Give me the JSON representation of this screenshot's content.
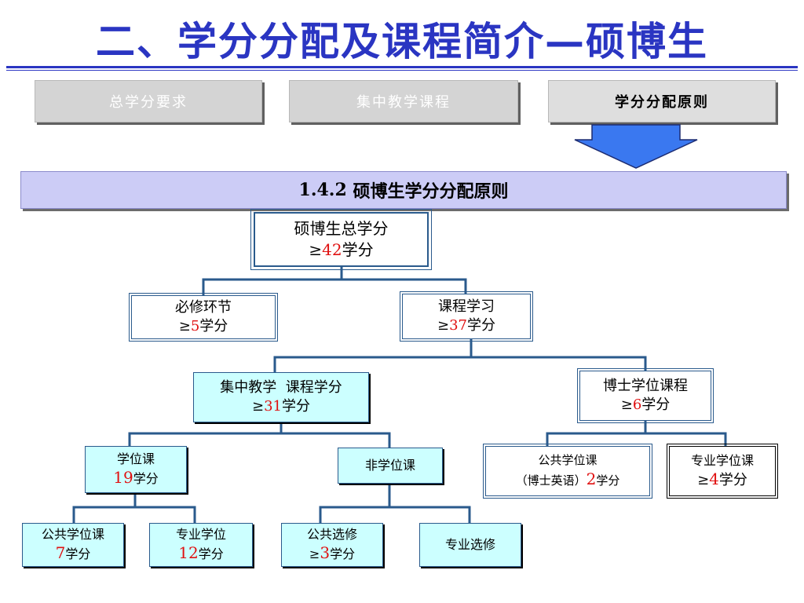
{
  "title": "二、学分分配及课程简介—硕博生",
  "tabs": [
    {
      "label": "总学分要求",
      "active": false
    },
    {
      "label": "集中教学课程",
      "active": false
    },
    {
      "label": "学分分配原则",
      "active": true
    }
  ],
  "section": {
    "number": "1.4.2",
    "title": "硕博生学分分配原则"
  },
  "nodes": {
    "root": {
      "label": "硕博生总学分",
      "prefix": "≥",
      "value": "42",
      "unit": "学分"
    },
    "required": {
      "label": "必修环节",
      "prefix": "≥",
      "value": "5",
      "unit": "学分"
    },
    "course_study": {
      "label": "课程学习",
      "prefix": "≥",
      "value": "37",
      "unit": "学分"
    },
    "concentrated": {
      "label": "集中教学  课程学分",
      "prefix": "≥",
      "value": "31",
      "unit": "学分"
    },
    "doctoral_courses": {
      "label": "博士学位课程",
      "prefix": "≥",
      "value": "6",
      "unit": "学分"
    },
    "degree_courses": {
      "label": "学位课",
      "value": "19",
      "unit": "学分"
    },
    "non_degree_courses": {
      "label": "非学位课"
    },
    "public_degree_doctoral": {
      "label": "公共学位课",
      "prefix": "（博士英语）",
      "value": "2",
      "unit": "学分"
    },
    "major_degree_doctoral": {
      "label": "专业学位课",
      "prefix": "≥",
      "value": "4",
      "unit": "学分"
    },
    "public_degree": {
      "label": "公共学位课",
      "value": "7",
      "unit": "学分"
    },
    "major_degree": {
      "label": "专业学位",
      "value": "12",
      "unit": "学分"
    },
    "public_elective": {
      "label": "公共选修",
      "prefix": "≥",
      "value": "3",
      "unit": "学分"
    },
    "major_elective": {
      "label": "专业选修"
    }
  },
  "colors": {
    "title_blue": "#2a35c2",
    "connector": "#2a5a8c",
    "node_cyan": "#ccffff",
    "banner": "#ccccf6",
    "value_red": "#e01010"
  }
}
